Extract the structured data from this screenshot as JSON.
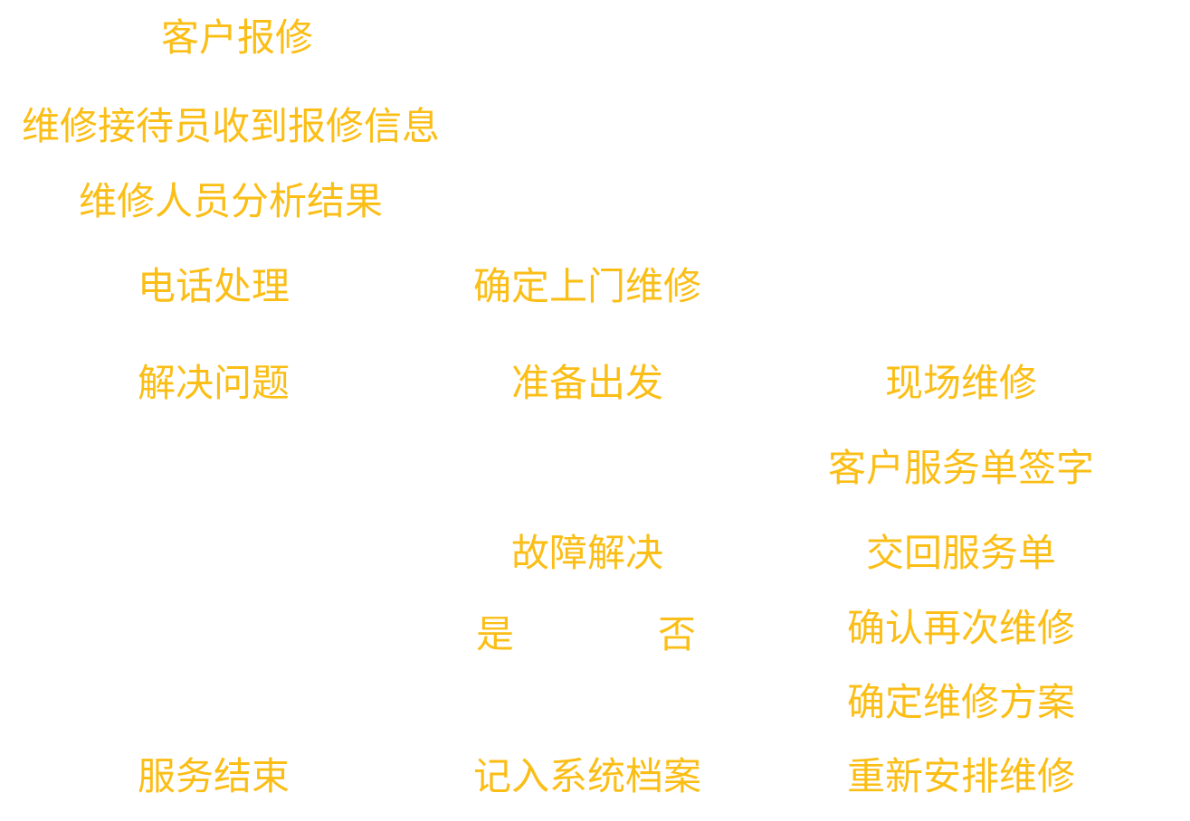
{
  "text_color": "#fbbe16",
  "nodes": {
    "customer_report": "客户报修",
    "receptionist_receives": "维修接待员收到报修信息",
    "staff_analysis": "维修人员分析结果",
    "phone_handling": "电话处理",
    "onsite_decision": "确定上门维修",
    "problem_solved": "解决问题",
    "prepare_departure": "准备出发",
    "onsite_repair": "现场维修",
    "customer_sign": "客户服务单签字",
    "fault_resolved": "故障解决",
    "return_form": "交回服务单",
    "yes": "是",
    "no": "否",
    "confirm_revisit": "确认再次维修",
    "confirm_plan": "确定维修方案",
    "service_end": "服务结束",
    "record_system": "记入系统档案",
    "reschedule": "重新安排维修"
  }
}
